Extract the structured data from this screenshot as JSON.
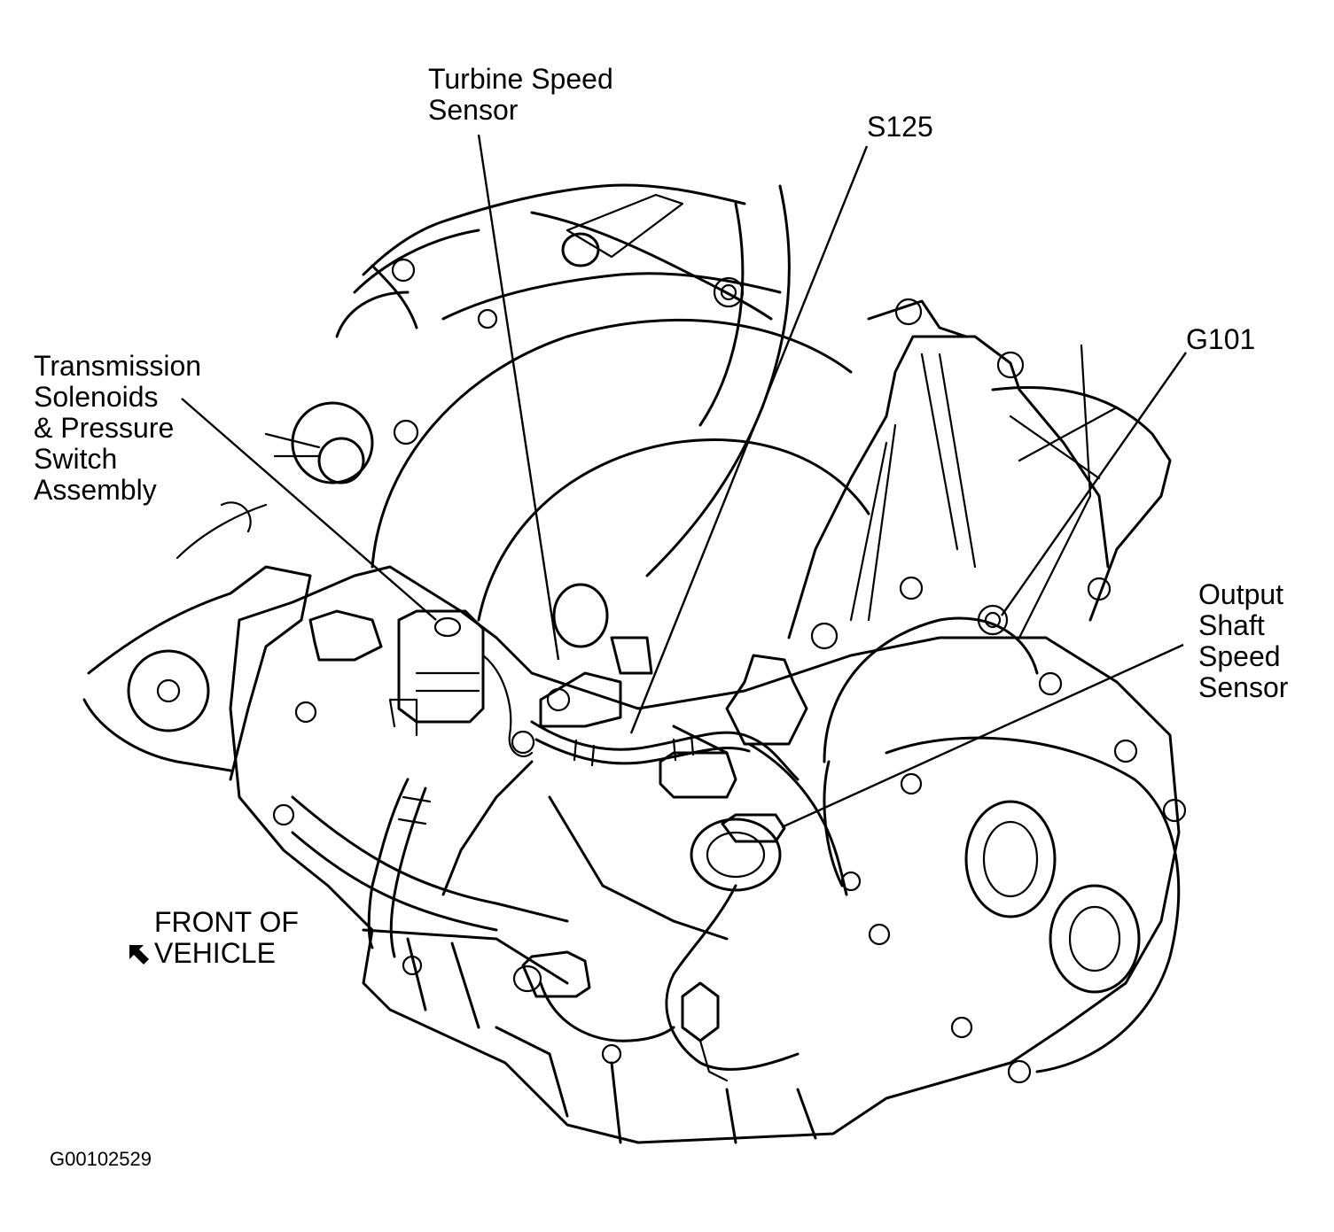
{
  "labels": {
    "turbine_speed_sensor": [
      "Turbine Speed",
      "Sensor"
    ],
    "s125": "S125",
    "g101": "G101",
    "transmission_solenoids": [
      "Transmission",
      "Solenoids",
      "& Pressure",
      "Switch",
      "Assembly"
    ],
    "output_shaft_speed_sensor": [
      "Output",
      "Shaft",
      "Speed",
      "Sensor"
    ],
    "front_of_vehicle": [
      "FRONT OF",
      "VEHICLE"
    ]
  },
  "figure_code": "G00102529",
  "icons": {
    "front_arrow": "arrow-northwest-icon"
  },
  "colors": {
    "ink": "#000000",
    "paper": "#ffffff"
  }
}
